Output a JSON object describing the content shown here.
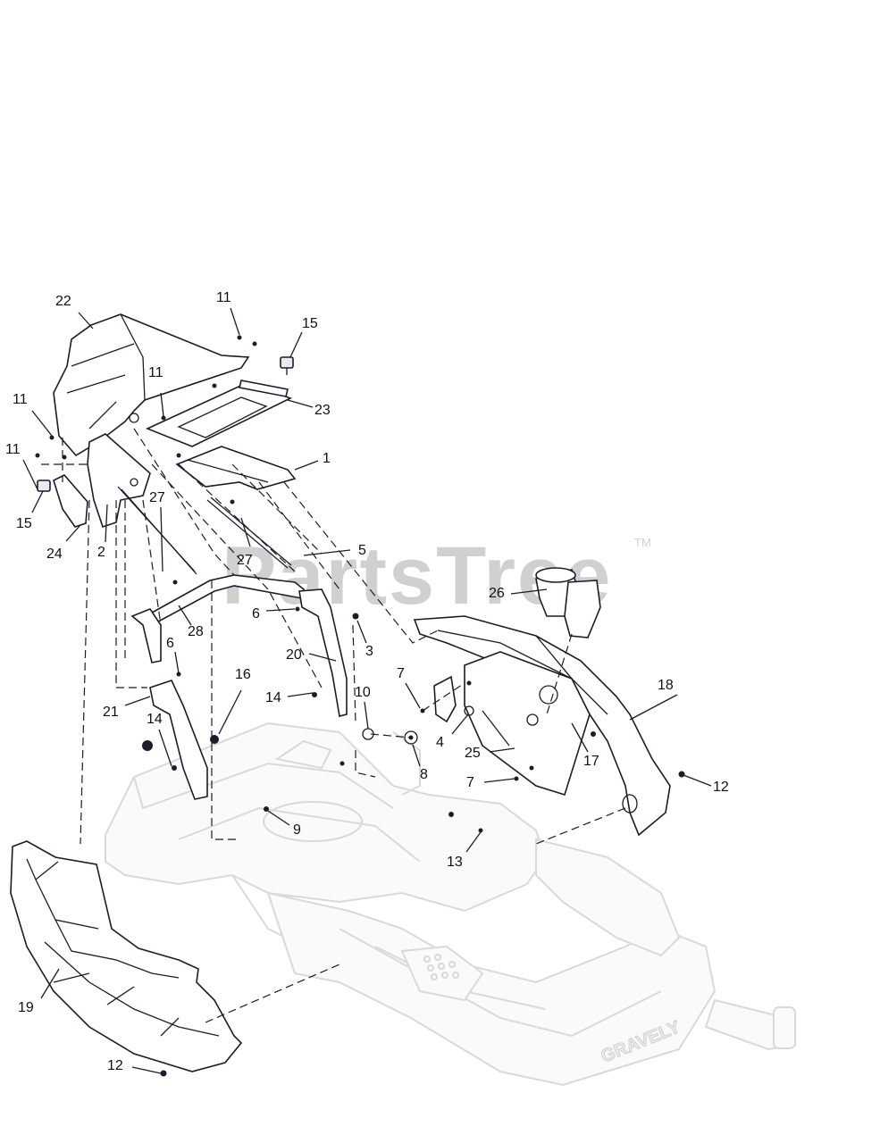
{
  "watermark": {
    "text": "PartsTree",
    "trademark": "TM"
  },
  "frame_brand": "GRAVELY",
  "callouts": [
    "22",
    "11",
    "15",
    "11",
    "23",
    "11",
    "11",
    "1",
    "15",
    "24",
    "2",
    "27",
    "27",
    "5",
    "26",
    "6",
    "28",
    "3",
    "20",
    "6",
    "7",
    "16",
    "10",
    "18",
    "14",
    "21",
    "4",
    "14",
    "8",
    "17",
    "25",
    "7",
    "12",
    "9",
    "13",
    "19",
    "12"
  ]
}
